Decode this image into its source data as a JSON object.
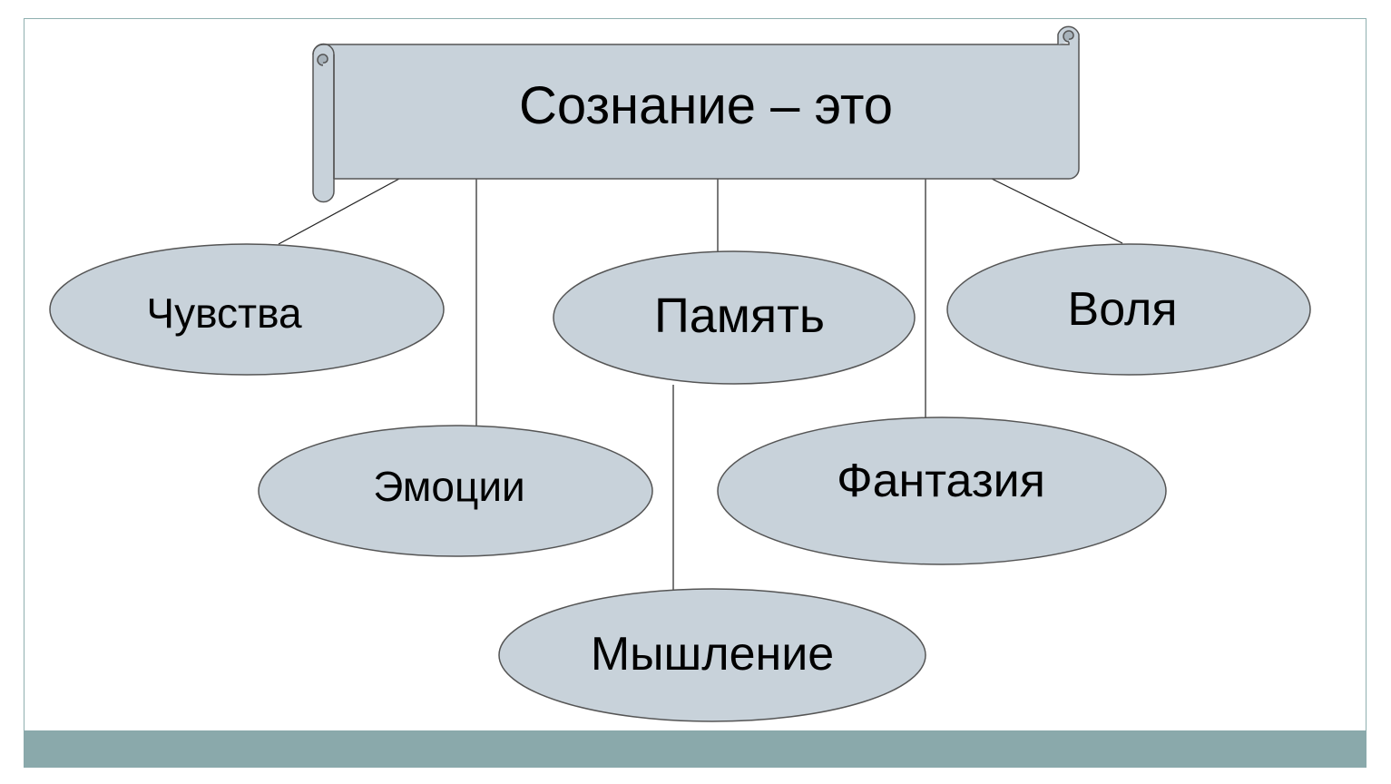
{
  "diagram": {
    "title": "Сознание – это",
    "nodes": {
      "feelings": "Чувства",
      "memory": "Память",
      "will": "Воля",
      "emotions": "Эмоции",
      "fantasy": "Фантазия",
      "thinking": "Мышление"
    }
  },
  "colors": {
    "shape_fill": "#c8d2da",
    "shape_stroke": "#555555",
    "footer_bar": "#8aa9ab",
    "frame_border": "#8fb0b0"
  }
}
